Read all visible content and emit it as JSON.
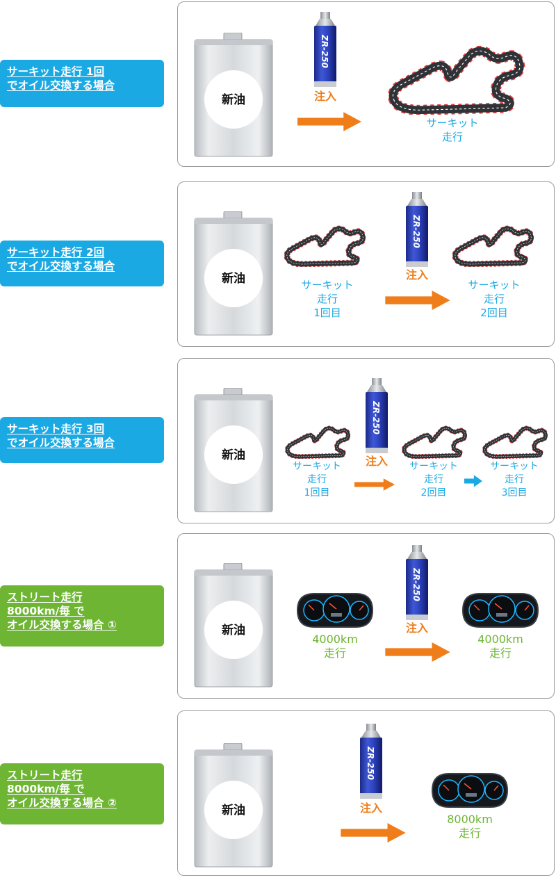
{
  "oil_label": "新油",
  "inject_label": "注入",
  "bottle_text": "ZR-250",
  "colors": {
    "blue": "#1ba9e3",
    "green": "#6db532",
    "orange": "#ef7d1a"
  },
  "rows": [
    {
      "label": [
        "サーキット走行 1回",
        "でオイル交換する場合"
      ],
      "result": [
        "サーキット",
        "走行"
      ]
    },
    {
      "label": [
        "サーキット走行 2回",
        "でオイル交換する場合"
      ],
      "first": [
        "サーキット",
        "走行",
        "1回目"
      ],
      "result": [
        "サーキット",
        "走行",
        "2回目"
      ]
    },
    {
      "label": [
        "サーキット走行 3回",
        "でオイル交換する場合"
      ],
      "first": [
        "サーキット",
        "走行",
        "1回目"
      ],
      "second": [
        "サーキット",
        "走行",
        "2回目"
      ],
      "third": [
        "サーキット",
        "走行",
        "3回目"
      ]
    },
    {
      "label": [
        "ストリート走行",
        "8000km/毎 で",
        "オイル交換する場合 ①"
      ],
      "first": [
        "4000km",
        "走行"
      ],
      "result": [
        "4000km",
        "走行"
      ]
    },
    {
      "label": [
        "ストリート走行",
        "8000km/毎 で",
        "オイル交換する場合 ②"
      ],
      "result": [
        "8000km",
        "走行"
      ]
    }
  ]
}
